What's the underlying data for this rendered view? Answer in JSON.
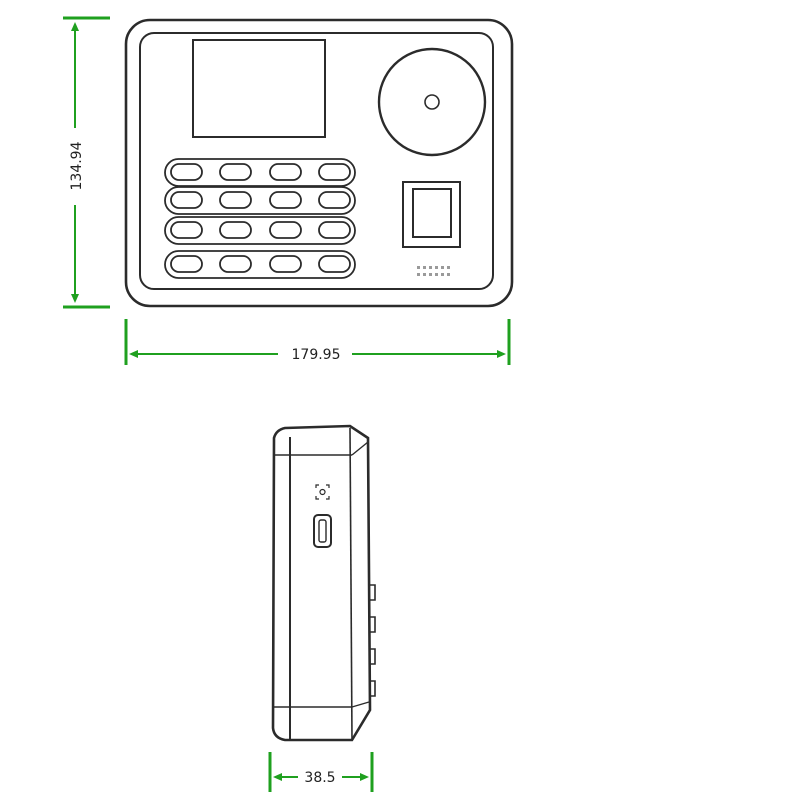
{
  "dimensions": {
    "height_label": "134.94",
    "width_label": "179.95",
    "depth_label": "38.5"
  },
  "colors": {
    "dimension_line": "#1fa01f",
    "outline": "#2b2b2b",
    "background": "#ffffff"
  },
  "front_view": {
    "keypad_rows": 4,
    "keys_per_row": 4
  }
}
